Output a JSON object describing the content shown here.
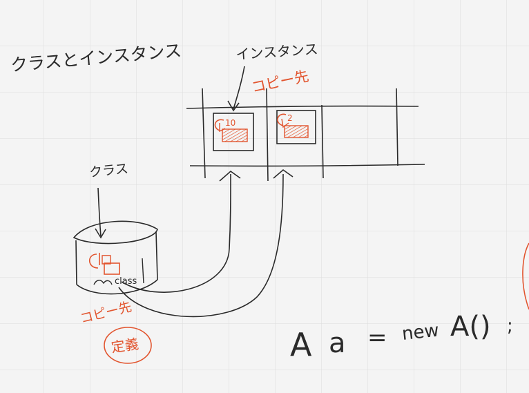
{
  "title": "クラスとインスタンス",
  "labels": {
    "instance": "インスタンス",
    "class": "クラス",
    "copy_dest_top": "コピー先",
    "copy_dest_bottom": "コピー先",
    "class_word": "class",
    "circled_note": "定義",
    "instance_value_1": "10",
    "instance_value_2": "2"
  },
  "code": {
    "type_name": "A",
    "var_name": "a",
    "equals": "=",
    "keyword_new": "new",
    "constructor": "A()",
    "terminator": ";"
  },
  "colors": {
    "ink": "#2a2a2a",
    "accent": "#e2552f",
    "grid": "#dcdcdc",
    "paper": "#f4f4f4"
  }
}
